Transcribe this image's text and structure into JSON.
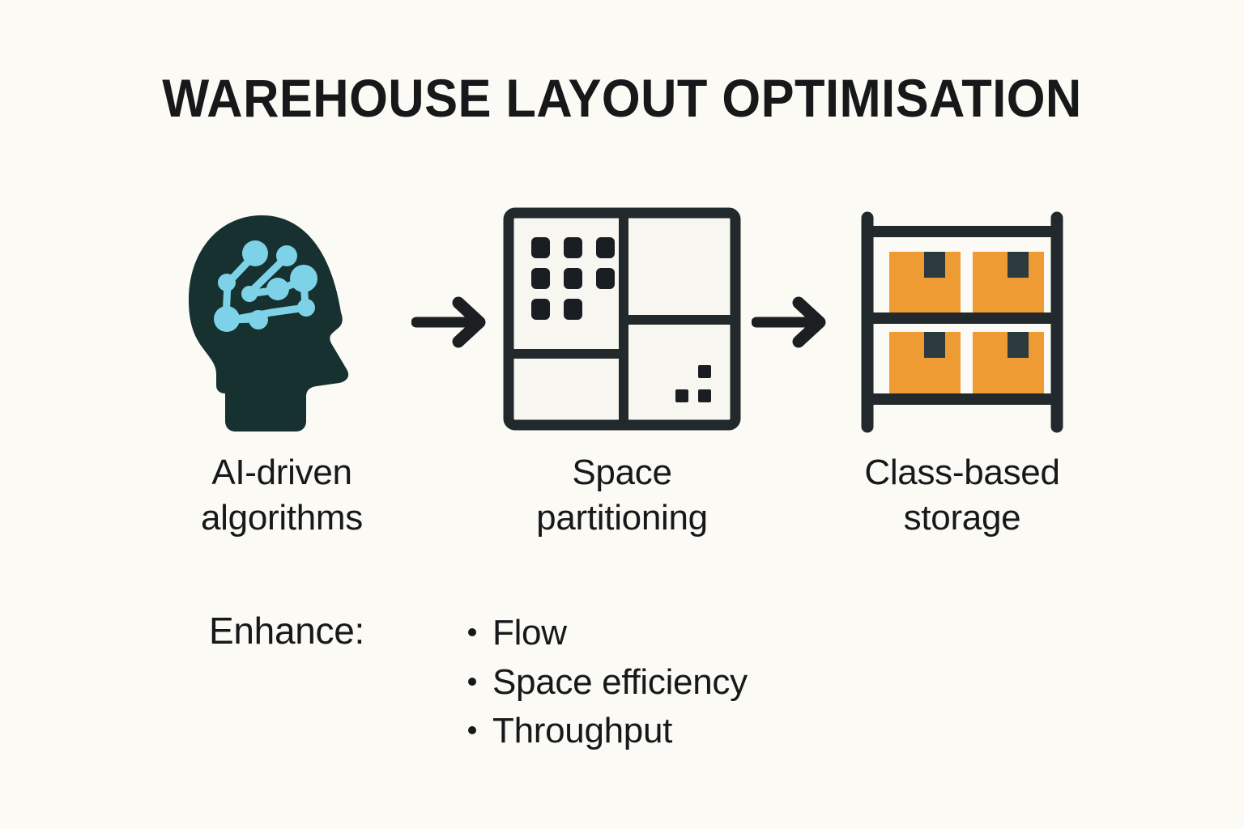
{
  "page": {
    "title": "WAREHOUSE LAYOUT OPTIMISATION",
    "background_color": "#FBFAF4",
    "ink_color": "#16181A"
  },
  "colors": {
    "background": "#FBFAF4",
    "ink": "#16181A",
    "head_silhouette": "#16312F",
    "neural_node": "#7ED2E8",
    "box_orange": "#EE9B33",
    "box_tape": "#2B3A3C",
    "rack_frame": "#22292C",
    "panel_fill": "#F7F6F1"
  },
  "flow": {
    "steps": [
      {
        "icon": "ai-head-icon",
        "label_line1": "AI-driven",
        "label_line2": "algorithms"
      },
      {
        "icon": "space-partition-grid-icon",
        "label_line1": "Space",
        "label_line2": "partitioning"
      },
      {
        "icon": "storage-rack-icon",
        "label_line1": "Class-based",
        "label_line2": "storage"
      }
    ],
    "arrows": [
      {
        "icon": "arrow-right-icon"
      },
      {
        "icon": "arrow-right-icon"
      }
    ]
  },
  "enhance": {
    "label": "Enhance:",
    "items": [
      "Flow",
      "Space efficiency",
      "Throughput"
    ]
  },
  "diagram_data": {
    "type": "process-flow",
    "title": "WAREHOUSE LAYOUT OPTIMISATION",
    "node_count": 3,
    "nodes": [
      "AI-driven algorithms",
      "Space partitioning",
      "Class-based storage"
    ],
    "edges": [
      {
        "from": "AI-driven algorithms",
        "to": "Space partitioning",
        "style": "arrow-right"
      },
      {
        "from": "Space partitioning",
        "to": "Class-based storage",
        "style": "arrow-right"
      }
    ],
    "outcomes_label": "Enhance:",
    "outcomes": [
      "Flow",
      "Space efficiency",
      "Throughput"
    ],
    "partition_icon": {
      "quadrants": 4,
      "top_left_units": 8,
      "bottom_right_units": 3
    },
    "rack_icon": {
      "shelves": 3,
      "boxes": 4,
      "posts": 2
    }
  }
}
